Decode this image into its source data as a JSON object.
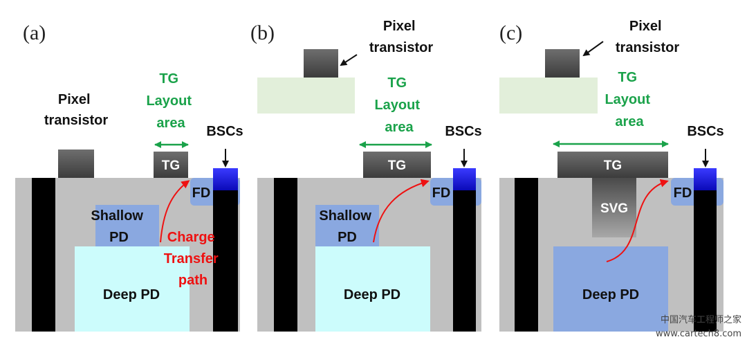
{
  "panels": [
    {
      "letter": "(a)",
      "pixel_transistor": [
        "Pixel",
        "transistor"
      ],
      "tg_layout_area": [
        "TG",
        "Layout",
        "area"
      ],
      "bscs": "BSCs",
      "tg": "TG",
      "fd": "FD",
      "shallow_pd": [
        "Shallow",
        "PD"
      ],
      "deep_pd": "Deep PD",
      "charge_transfer": [
        "Charge",
        "Transfer",
        "path"
      ]
    },
    {
      "letter": "(b)",
      "pixel_transistor": [
        "Pixel",
        "transistor"
      ],
      "tg_layout_area": [
        "TG",
        "Layout",
        "area"
      ],
      "bscs": "BSCs",
      "tg": "TG",
      "fd": "FD",
      "shallow_pd": [
        "Shallow",
        "PD"
      ],
      "deep_pd": "Deep PD"
    },
    {
      "letter": "(c)",
      "pixel_transistor": [
        "Pixel",
        "transistor"
      ],
      "tg_layout_area": [
        "TG",
        "Layout",
        "area"
      ],
      "bscs": "BSCs",
      "tg": "TG",
      "svg": "SVG",
      "fd": "FD",
      "deep_pd": "Deep PD"
    }
  ],
  "watermark": [
    "中国汽车工程师之家",
    "www.cartech8.com"
  ],
  "colors": {
    "substrate": "#c0c0c0",
    "gate": "#5a5a5a",
    "trench": "#000000",
    "bsc_cap": "#1a1aee",
    "fd": "#8aa8e0",
    "shallow_pd": "#8aa8e0",
    "deep_pd_ab": "#ccfcfc",
    "deep_pd_c": "#8aa8e0",
    "layout_area": "#e2efda",
    "green_text": "#1aa24a",
    "red_arrow": "#ee1111"
  }
}
